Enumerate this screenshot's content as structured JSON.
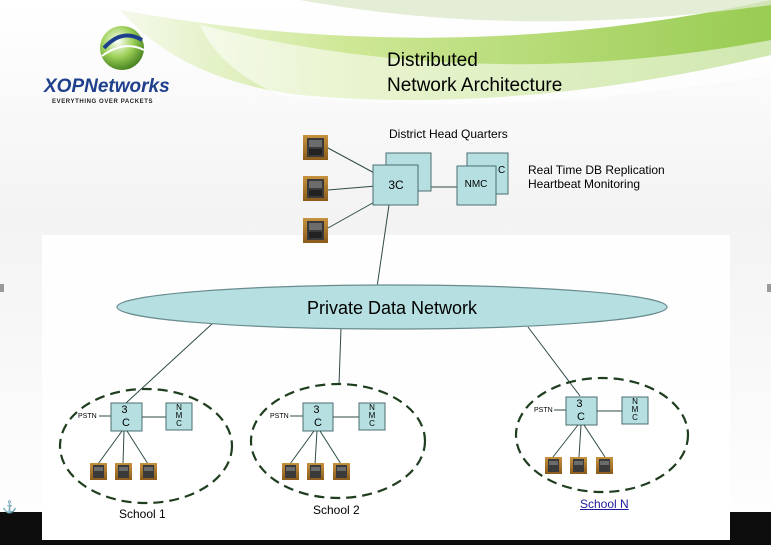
{
  "logo": {
    "brand": "XOPNetworks",
    "tagline": "EVERYTHING OVER PACKETS",
    "colors": {
      "swoosh": "#8dc63f",
      "blue": "#1e3f8c",
      "dark": "#222222"
    }
  },
  "slide": {
    "title_line1": "Distributed",
    "title_line2": "Network Architecture"
  },
  "headquarters": {
    "label": "District Head Quarters",
    "server_label": "3C",
    "nmc_label": "NMC",
    "nmc_back_label": "C",
    "replication_line1": "Real Time DB Replication",
    "replication_line2": "Heartbeat Monitoring",
    "phone_count": 3
  },
  "network": {
    "label": "Private Data Network",
    "fill": "#b5dfe0"
  },
  "schools": [
    {
      "label": "School 1",
      "server_label": "3\nC",
      "nmc_label": "N\nM\nC",
      "pstn_label": "PSTN",
      "phone_count": 3
    },
    {
      "label": "School 2",
      "server_label": "3\nC",
      "nmc_label": "N\nM\nC",
      "pstn_label": "PSTN",
      "phone_count": 3
    },
    {
      "label": "School N",
      "server_label": "3\nC",
      "nmc_label": "N\nM\nC",
      "pstn_label": "PSTN",
      "phone_count": 3
    }
  ],
  "colors": {
    "box_fill": "#b5dfe0",
    "box_stroke": "#4a6e70",
    "line": "#2f4a48",
    "dashed_ring": "#1f3d1f",
    "bottom_bar": "#0d0d0d"
  }
}
